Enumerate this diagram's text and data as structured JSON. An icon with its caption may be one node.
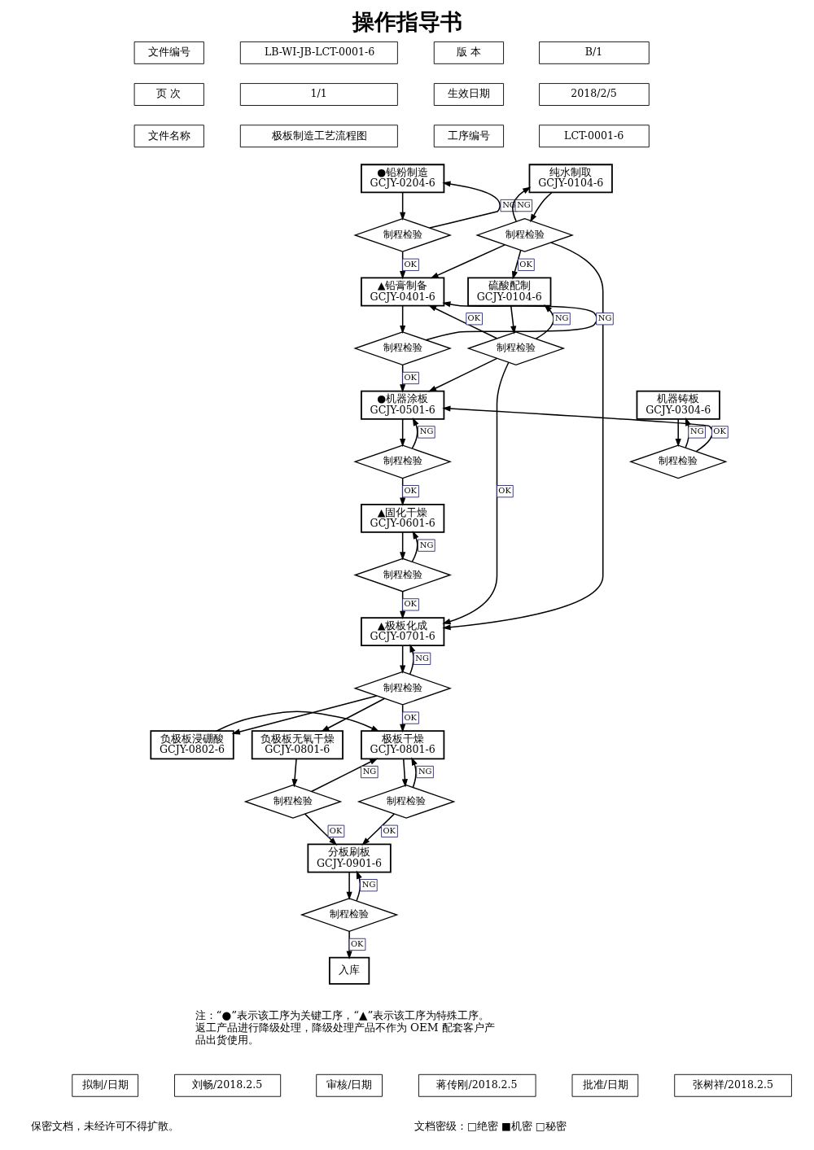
{
  "diagram": {
    "title": "操作指导书",
    "nodes": [
      {
        "text": [
          "●铅粉制造",
          "GCJY-0204-6"
        ]
      },
      {
        "text": [
          "制程检验"
        ]
      },
      {
        "text": [
          "纯水制取",
          "GCJY-0104-6"
        ]
      },
      {
        "text": [
          "制程检验"
        ]
      },
      {
        "text": [
          "▲铅膏制备",
          "GCJY-0401-6"
        ]
      },
      {
        "text": [
          "硫酸配制",
          "GCJY-0104-6"
        ]
      },
      {
        "text": [
          "制程检验"
        ]
      },
      {
        "text": [
          "制程检验"
        ]
      },
      {
        "text": [
          "机器铸板",
          "GCJY-0304-6"
        ]
      },
      {
        "text": [
          "●机器涂板",
          "GCJY-0501-6"
        ]
      },
      {
        "text": [
          "制程检验"
        ]
      },
      {
        "text": [
          "制程检验"
        ]
      },
      {
        "text": [
          "▲固化干燥",
          "GCJY-0601-6"
        ]
      },
      {
        "text": [
          "制程检验"
        ]
      },
      {
        "text": [
          "▲极板化成",
          "GCJY-0701-6"
        ]
      },
      {
        "text": [
          "制程检验"
        ]
      },
      {
        "text": [
          "负极板浸硼酸",
          "GCJY-0802-6"
        ]
      },
      {
        "text": [
          "负极板无氧干燥",
          "GCJY-0801-6"
        ]
      },
      {
        "text": [
          "极板干燥",
          "GCJY-0801-6"
        ]
      },
      {
        "text": [
          "制程检验"
        ]
      },
      {
        "text": [
          "制程检验"
        ]
      },
      {
        "text": [
          "分板刷板",
          "GCJY-0901-6"
        ]
      },
      {
        "text": [
          "制程检验"
        ]
      },
      {
        "text": [
          "入库"
        ]
      }
    ],
    "edges": [
      {
        "from": 0,
        "to": 1,
        "arrow": "to"
      },
      {
        "from": 1,
        "to": 0,
        "arrow": "to",
        "label": "NG"
      },
      {
        "from": 1,
        "to": 4,
        "arrow": "to",
        "label": "OK"
      },
      {
        "from": 2,
        "to": 3,
        "arrow": "to"
      },
      {
        "from": 3,
        "to": 2,
        "arrow": "to",
        "label": "NG"
      },
      {
        "from": 3,
        "to": 4,
        "arrow": "to"
      },
      {
        "from": 3,
        "to": 5,
        "arrow": "to",
        "label": "OK"
      },
      {
        "from": 3,
        "to": 14,
        "arrow": "to"
      },
      {
        "from": 4,
        "to": 6,
        "arrow": "to"
      },
      {
        "from": 6,
        "to": 4,
        "arrow": "to",
        "label": "NG"
      },
      {
        "from": 6,
        "to": 9,
        "arrow": "to",
        "label": "OK"
      },
      {
        "from": 5,
        "to": 7,
        "arrow": "to"
      },
      {
        "from": 7,
        "to": 5,
        "arrow": "to",
        "label": "NG"
      },
      {
        "from": 7,
        "to": 4,
        "arrow": "to",
        "label": "OK"
      },
      {
        "from": 7,
        "to": 9,
        "arrow": "to"
      },
      {
        "from": 7,
        "to": 14,
        "arrow": "to",
        "label": "OK"
      },
      {
        "from": 8,
        "to": 10,
        "arrow": "to"
      },
      {
        "from": 10,
        "to": 8,
        "arrow": "to",
        "label": "NG"
      },
      {
        "from": 10,
        "to": 9,
        "arrow": "to",
        "label": "OK"
      },
      {
        "from": 9,
        "to": 11,
        "arrow": "to"
      },
      {
        "from": 11,
        "to": 9,
        "arrow": "to",
        "label": "NG"
      },
      {
        "from": 11,
        "to": 12,
        "arrow": "to",
        "label": "OK"
      },
      {
        "from": 12,
        "to": 13,
        "arrow": "to"
      },
      {
        "from": 13,
        "to": 12,
        "arrow": "to",
        "label": "NG"
      },
      {
        "from": 13,
        "to": 14,
        "arrow": "to",
        "label": "OK"
      },
      {
        "from": 14,
        "to": 15,
        "arrow": "to"
      },
      {
        "from": 15,
        "to": 14,
        "arrow": "to",
        "label": "NG"
      },
      {
        "from": 15,
        "to": 16,
        "arrow": "to"
      },
      {
        "from": 15,
        "to": 18,
        "arrow": "to",
        "label": "OK"
      },
      {
        "from": 15,
        "to": 17,
        "arrow": "to"
      },
      {
        "from": 16,
        "to": 18,
        "arrow": "to"
      },
      {
        "from": 17,
        "to": 19,
        "arrow": "to"
      },
      {
        "from": 19,
        "to": 18,
        "arrow": "to",
        "label": "NG"
      },
      {
        "from": 19,
        "to": 21,
        "arrow": "to",
        "label": "OK"
      },
      {
        "from": 18,
        "to": 20,
        "arrow": "to"
      },
      {
        "from": 20,
        "to": 18,
        "arrow": "to",
        "label": "NG"
      },
      {
        "from": 20,
        "to": 21,
        "arrow": "to",
        "label": "OK"
      },
      {
        "from": 21,
        "to": 22,
        "arrow": "to"
      },
      {
        "from": 22,
        "to": 21,
        "arrow": "to",
        "label": "NG"
      },
      {
        "from": 22,
        "to": 23,
        "arrow": "to",
        "label": "OK"
      }
    ],
    "labels": [
      "文件编号",
      "LB-WI-JB-LCT-0001-6",
      "版 本",
      "B/1",
      "页 次",
      "1/1",
      "生效日期",
      "2018/2/5",
      "文件名称",
      "极板制造工艺流程图",
      "工序编号",
      "LCT-0001-6",
      "注：“●”表示该工序为关键工序，“▲”表示该工序为特殊工序。返工产品进行降级处理，降级处理产品不作为 OEM 配套客户产品出货使用。",
      "拟制/日期",
      "刘畅/2018.2.5",
      "审核/日期",
      "蒋传刚/2018.2.5",
      "批准/日期",
      "张树祥/2018.2.5",
      "保密文档，未经许可不得扩散。",
      "文档密级：□绝密 ■机密 □秘密"
    ]
  }
}
